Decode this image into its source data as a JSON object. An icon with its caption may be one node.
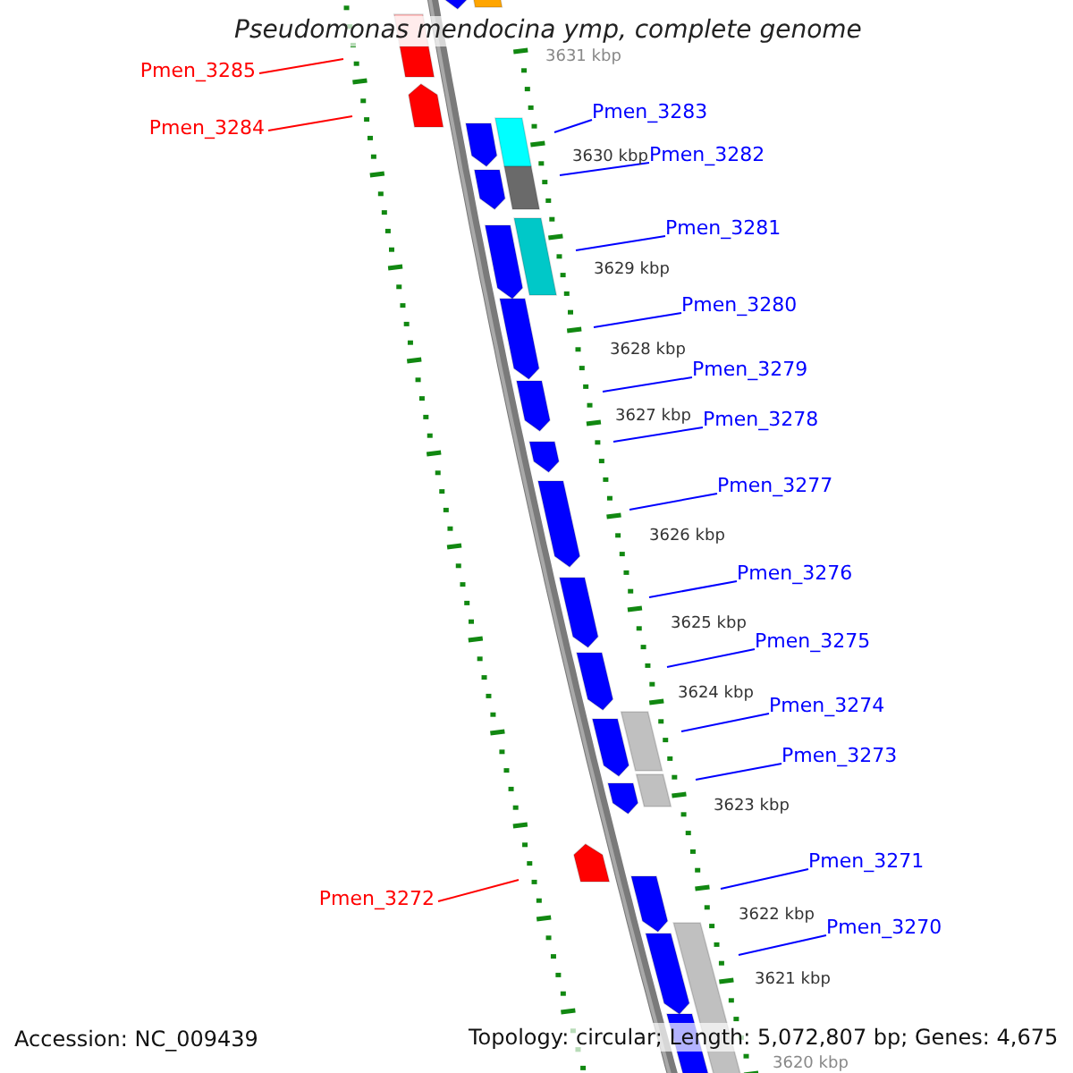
{
  "diagram": {
    "title": "Pseudomonas mendocina ymp, complete genome",
    "nodes": [
      {
        "text": [
          "Pmen_3285"
        ]
      },
      {
        "text": [
          "Pmen_3283"
        ]
      },
      {
        "text": [
          "Pmen_3284"
        ]
      },
      {
        "text": [
          "Pmen_3282"
        ]
      },
      {
        "text": [
          "Pmen_3281"
        ]
      },
      {
        "text": [
          "Pmen_3280"
        ]
      },
      {
        "text": [
          "Pmen_3279"
        ]
      },
      {
        "text": [
          "Pmen_3278"
        ]
      },
      {
        "text": [
          "Pmen_3277"
        ]
      },
      {
        "text": [
          "Pmen_3276"
        ]
      },
      {
        "text": [
          "Pmen_3275"
        ]
      },
      {
        "text": [
          "Pmen_3274"
        ]
      },
      {
        "text": [
          "Pmen_3273"
        ]
      },
      {
        "text": [
          "Pmen_3271"
        ]
      },
      {
        "text": [
          "Pmen_3272"
        ]
      },
      {
        "text": [
          "Pmen_3270"
        ]
      }
    ],
    "edges": [
      {
        "from": 0,
        "to": null,
        "arrow": "none",
        "color": "#ff0000"
      },
      {
        "from": 1,
        "to": null,
        "arrow": "none"
      },
      {
        "from": 2,
        "to": null,
        "arrow": "none",
        "color": "#ff0000"
      },
      {
        "from": 3,
        "to": null,
        "arrow": "none"
      },
      {
        "from": 4,
        "to": null,
        "arrow": "none"
      },
      {
        "from": 5,
        "to": null,
        "arrow": "none"
      },
      {
        "from": 6,
        "to": null,
        "arrow": "none"
      },
      {
        "from": 7,
        "to": null,
        "arrow": "none"
      },
      {
        "from": 8,
        "to": null,
        "arrow": "none"
      },
      {
        "from": 9,
        "to": null,
        "arrow": "none"
      },
      {
        "from": 10,
        "to": null,
        "arrow": "none"
      },
      {
        "from": 11,
        "to": null,
        "arrow": "none"
      },
      {
        "from": 12,
        "to": null,
        "arrow": "none"
      },
      {
        "from": 13,
        "to": null,
        "arrow": "none"
      },
      {
        "from": 14,
        "to": null,
        "arrow": "none",
        "color": "#ff0000"
      },
      {
        "from": 15,
        "to": null,
        "arrow": "none"
      }
    ],
    "labels": [
      "3631 kbp",
      "3630 kbp",
      "3629 kbp",
      "3628 kbp",
      "3627 kbp",
      "3626 kbp",
      "3625 kbp",
      "3624 kbp",
      "3623 kbp",
      "3622 kbp",
      "3621 kbp",
      "Accession: NC_009439",
      "Topology: circular; Length: 5,072,807 bp; Genes: 4,675",
      "3620 kbp"
    ]
  }
}
